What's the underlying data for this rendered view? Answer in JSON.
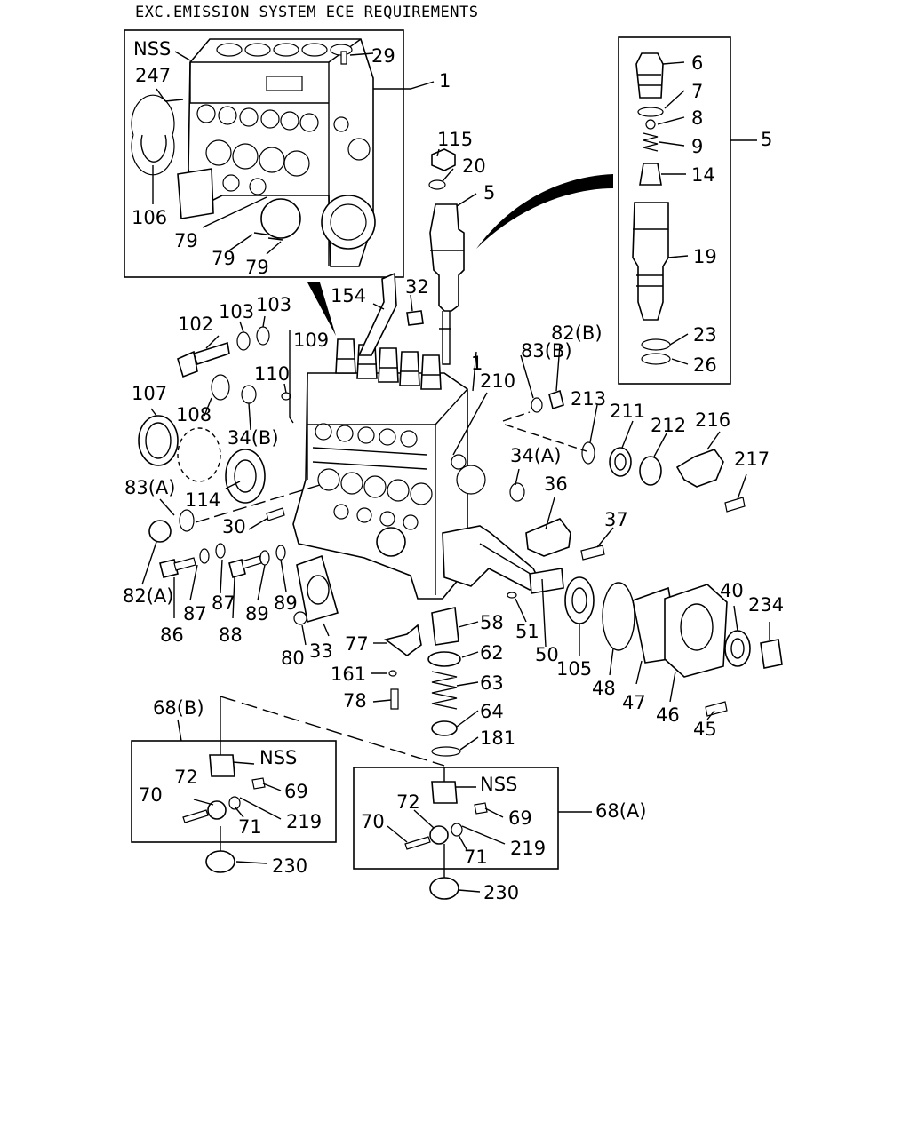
{
  "title": "EXC.EMISSION SYSTEM ECE REQUIREMENTS",
  "labels": {
    "nss_main": "NSS",
    "l29": "29",
    "l1_top": "1",
    "l247": "247",
    "l106": "106",
    "l79a": "79",
    "l79b": "79",
    "l79c": "79",
    "l6": "6",
    "l7": "7",
    "l8": "8",
    "l9": "9",
    "l14": "14",
    "l19": "19",
    "l23": "23",
    "l26": "26",
    "l5_right": "5",
    "l115": "115",
    "l20": "20",
    "l5_mid": "5",
    "l154": "154",
    "l32": "32",
    "l102": "102",
    "l103a": "103",
    "l103b": "103",
    "l109": "109",
    "l110": "110",
    "l1_mid": "1",
    "l83b": "83(B)",
    "l82b": "82(B)",
    "l210": "210",
    "l107": "107",
    "l108": "108",
    "l34b": "34(B)",
    "l213": "213",
    "l211": "211",
    "l212": "212",
    "l216": "216",
    "l217": "217",
    "l34a": "34(A)",
    "l36": "36",
    "l83a": "83(A)",
    "l114": "114",
    "l30": "30",
    "l37": "37",
    "l82a": "82(A)",
    "l87a": "87",
    "l87b": "87",
    "l89a": "89",
    "l89b": "89",
    "l86": "86",
    "l88": "88",
    "l80": "80",
    "l33": "33",
    "l58": "58",
    "l77": "77",
    "l62": "62",
    "l161": "161",
    "l63": "63",
    "l78": "78",
    "l64": "64",
    "l181": "181",
    "l51": "51",
    "l50": "50",
    "l105": "105",
    "l48": "48",
    "l47": "47",
    "l46": "46",
    "l45": "45",
    "l40": "40",
    "l234": "234",
    "l68b": "68(B)",
    "nss_b": "NSS",
    "l72b": "72",
    "l69b": "69",
    "l70b": "70",
    "l71b": "71",
    "l219b": "219",
    "l230b": "230",
    "l68a": "68(A)",
    "nss_a": "NSS",
    "l72a": "72",
    "l69a": "69",
    "l70a": "70",
    "l71a": "71",
    "l219a": "219",
    "l230a": "230"
  }
}
